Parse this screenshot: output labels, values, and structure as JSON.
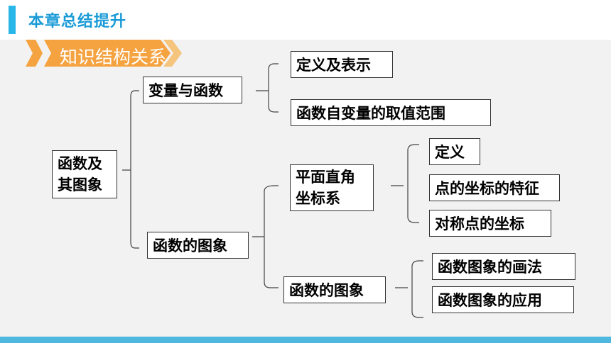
{
  "header": {
    "title": "本章总结提升"
  },
  "section_tag": {
    "label": "知识结构关系"
  },
  "diagram": {
    "root": "函数及其图象",
    "branches": [
      {
        "label": "变量与函数",
        "children": [
          "定义及表示",
          "函数自变量的取值范围"
        ]
      },
      {
        "label": "函数的图象",
        "children": [
          {
            "label": "平面直角坐标系",
            "children": [
              "定义",
              "点的坐标的特征",
              "对称点的坐标"
            ]
          },
          {
            "label": "函数的图象",
            "children": [
              "函数图象的画法",
              "函数图象的应用"
            ]
          }
        ]
      }
    ]
  },
  "colors": {
    "accent": "#29b6e8",
    "title": "#1a9bd7",
    "tag": "#f5a341",
    "panel": "#f2f2f2"
  }
}
